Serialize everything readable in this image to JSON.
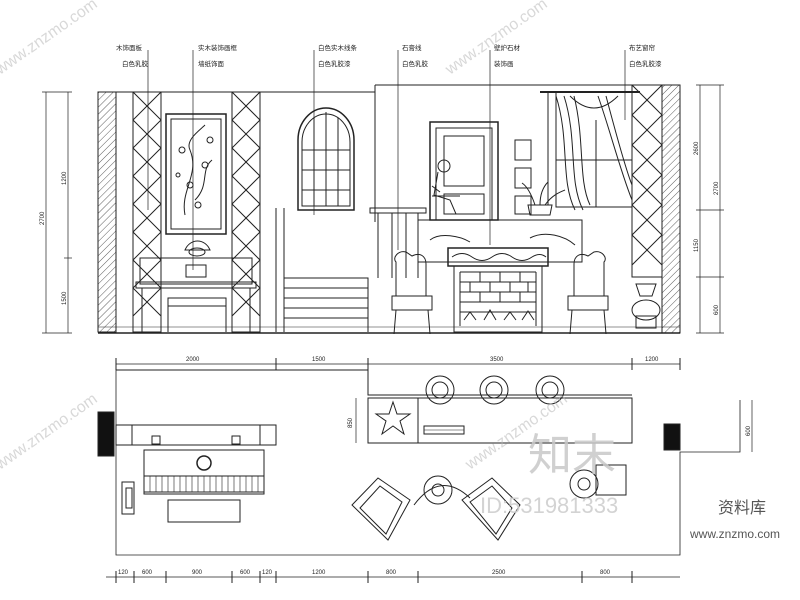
{
  "annotations": {
    "callouts_top": [
      {
        "line1": "木饰面板",
        "line2": "白色乳胶"
      },
      {
        "line1": "实木装饰画框",
        "line2": "墙纸饰面"
      },
      {
        "line1": "白色实木线条",
        "line2": "白色乳胶漆"
      },
      {
        "line1": "石膏线",
        "line2": "白色乳胶"
      },
      {
        "line1": "壁炉石材",
        "line2": "装饰画"
      },
      {
        "line1": "布艺窗帘",
        "line2": "白色乳胶漆"
      }
    ],
    "elevation_left_dims": [
      "2700",
      "1200",
      "1500"
    ],
    "elevation_right_dims": [
      "2600",
      "1150",
      "2700",
      "600"
    ],
    "plan_top_dims": [
      "2000",
      "1500",
      "3500",
      "1200"
    ],
    "plan_side_dims": [
      "850",
      "600"
    ],
    "plan_bottom_dims": [
      "120",
      "600",
      "900",
      "600",
      "120",
      "1200",
      "800",
      "2500",
      "800"
    ]
  },
  "watermark": {
    "brand_cn": "知末",
    "id_text": "ID:531981333",
    "library_text": "资料库",
    "url": "www.znzmo.com",
    "diagonal_text": "www.znzmo.com"
  }
}
